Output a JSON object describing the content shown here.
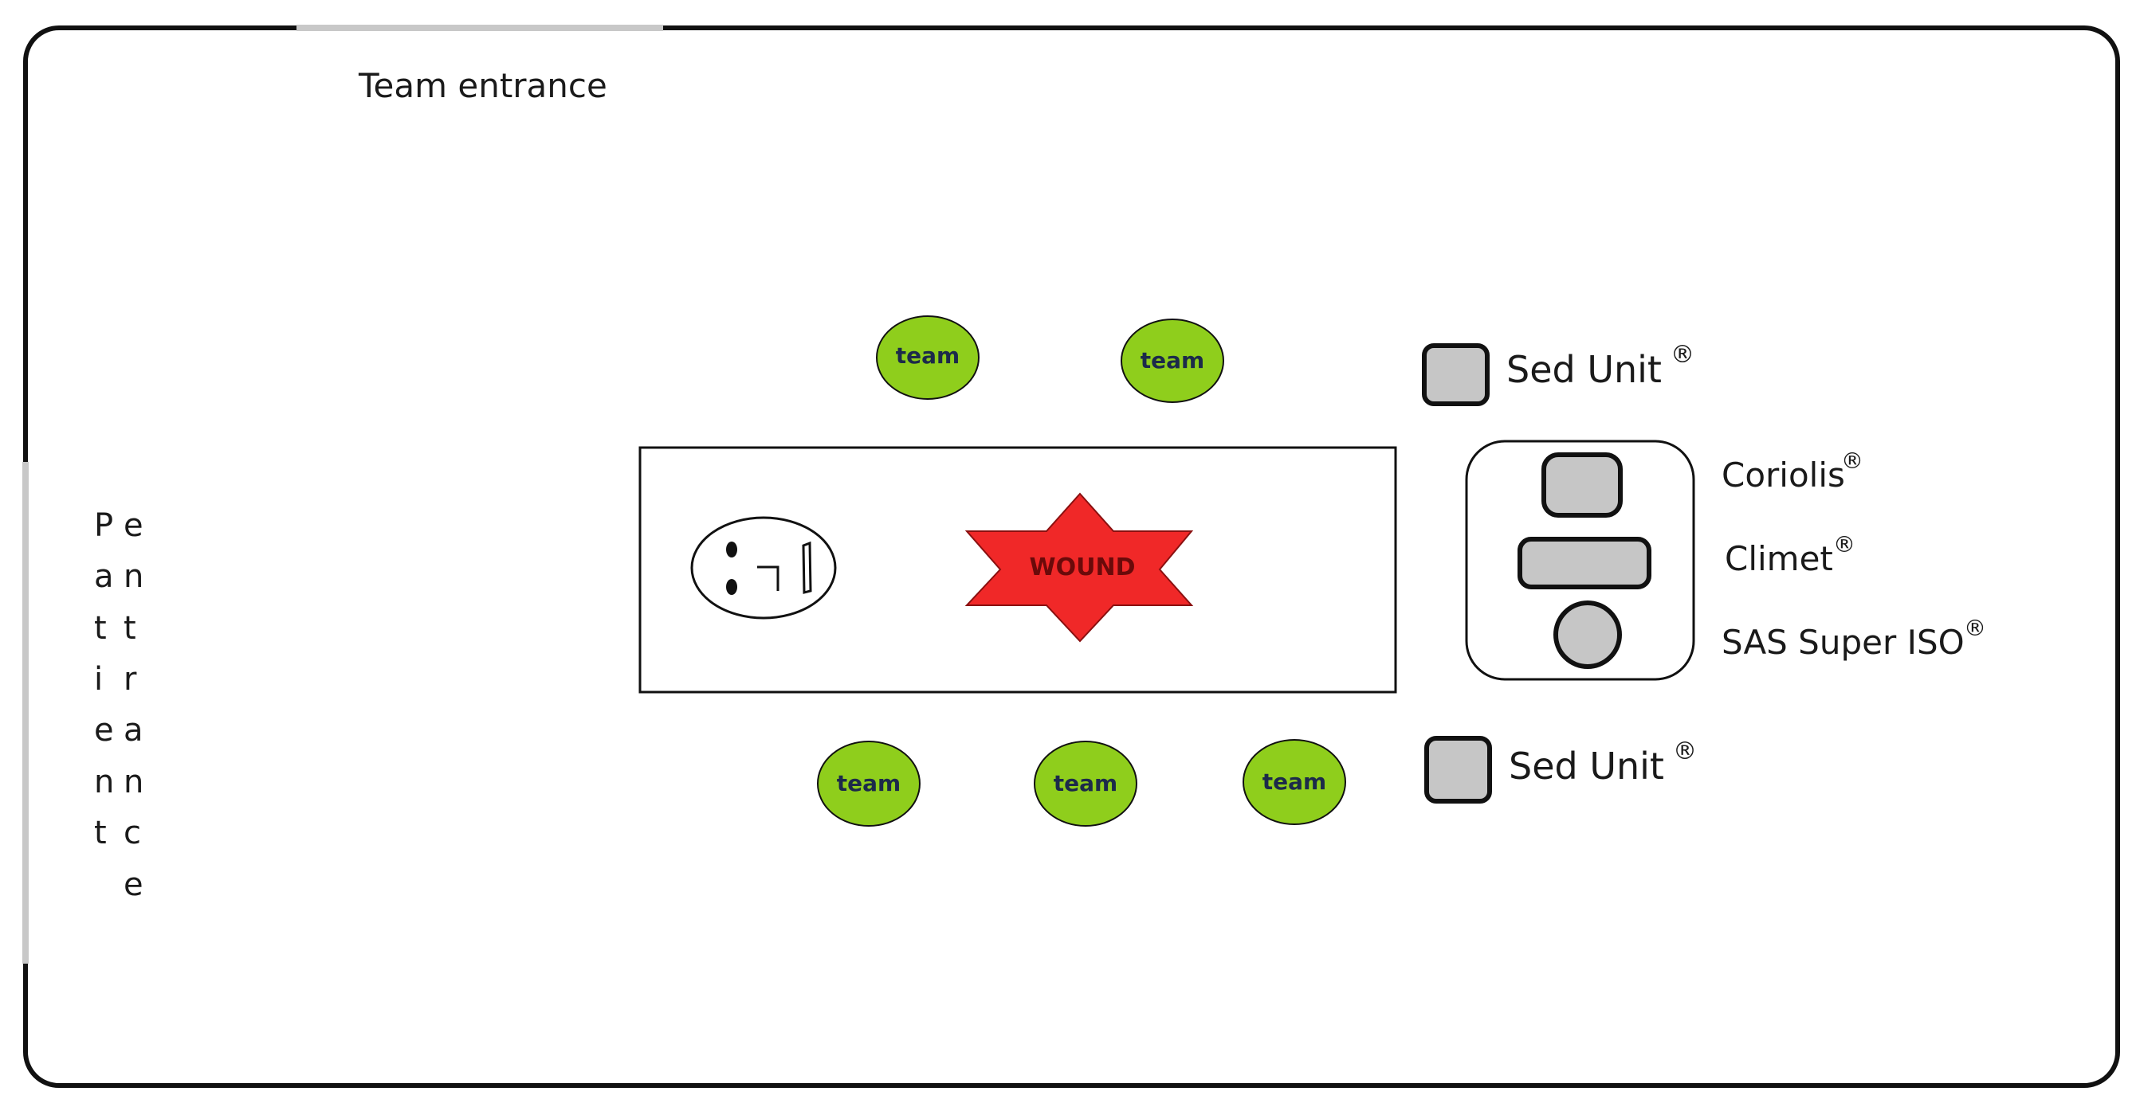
{
  "room": {
    "team_entrance_label": "Team entrance",
    "patient_entrance_column_1": [
      "P",
      "a",
      "t",
      "i",
      "e",
      "n",
      "t"
    ],
    "patient_entrance_column_2": [
      "e",
      "n",
      "t",
      "r",
      "a",
      "n",
      "c",
      "e"
    ]
  },
  "table": {
    "wound_label": "WOUND"
  },
  "team_members": [
    {
      "label": "team"
    },
    {
      "label": "team"
    },
    {
      "label": "team"
    },
    {
      "label": "team"
    },
    {
      "label": "team"
    }
  ],
  "equipment": {
    "sed_unit_top": {
      "name": "Sed Unit",
      "mark": "®"
    },
    "sed_unit_bottom": {
      "name": "Sed Unit",
      "mark": "®"
    },
    "air_samplers": [
      {
        "name": "Coriolis",
        "mark": "®"
      },
      {
        "name": "Climet",
        "mark": "®"
      },
      {
        "name": "SAS Super ISO",
        "mark": "®"
      }
    ]
  },
  "colors": {
    "team_fill": "#8fce1c",
    "wound_fill": "#f02828",
    "device_fill": "#c6c6c6",
    "wall": "#111111",
    "door_gap": "#c8c8c8"
  }
}
